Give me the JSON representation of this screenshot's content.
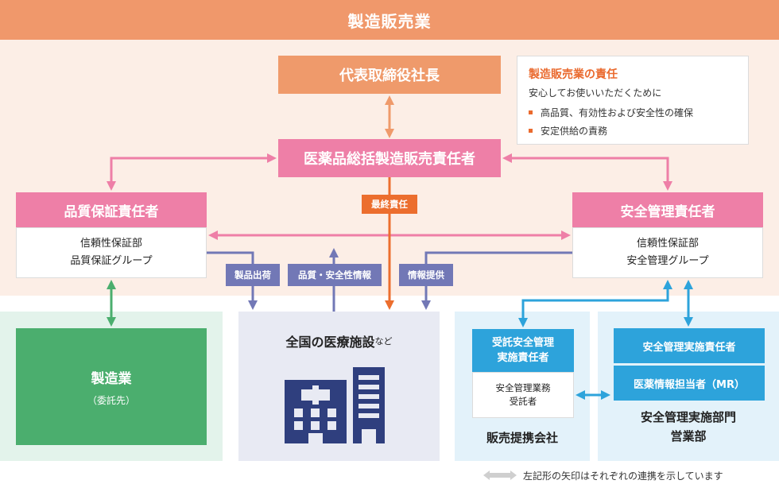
{
  "header": {
    "title": "製造販売業"
  },
  "top": {
    "ceo": "代表取締役社長",
    "supervisor": "医薬品総括製造販売責任者",
    "final_responsibility_tag": "最終責任"
  },
  "responsibility": {
    "title": "製造販売業の責任",
    "subtitle": "安心してお使いいただくために",
    "items": [
      "高品質、有効性および安全性の確保",
      "安定供給の責務"
    ]
  },
  "quality": {
    "title": "品質保証責任者",
    "dept_line1": "信頼性保証部",
    "dept_line2": "品質保証グループ"
  },
  "safety": {
    "title": "安全管理責任者",
    "dept_line1": "信頼性保証部",
    "dept_line2": "安全管理グループ"
  },
  "flow_tags": {
    "product_shipment": "製品出荷",
    "quality_safety_info": "品質・安全性情報",
    "info_provision": "情報提供"
  },
  "manufacturer": {
    "title": "製造業",
    "subtitle": "（委託先）"
  },
  "facility": {
    "title": "全国の医療施設",
    "suffix": "など"
  },
  "distributor": {
    "head_line1": "受託安全管理",
    "head_line2": "実施責任者",
    "body_line1": "安全管理業務",
    "body_line2": "受託者",
    "name": "販売提携会社"
  },
  "sales_dept": {
    "box1": "安全管理実施責任者",
    "box2": "医薬情報担当者（MR）",
    "name_line1": "安全管理実施部門",
    "name_line2": "営業部"
  },
  "footer": {
    "note": "左記形の矢印はそれぞれの連携を示しています"
  },
  "colors": {
    "header": "#F0986B",
    "top_bg": "#FCEEE6",
    "orange_box": "#EF9A6B",
    "pink": "#EE7FA7",
    "final_tag": "#EC6E2E",
    "blue_tag": "#7278B6",
    "green": "#4BAE6E",
    "light_blue": "#2DA3DB"
  }
}
